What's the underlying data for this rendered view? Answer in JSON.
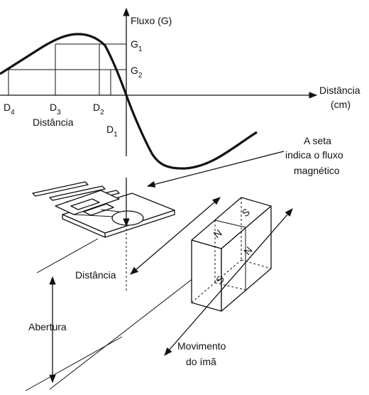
{
  "graph": {
    "y_axis_label": "Fluxo (G)",
    "x_axis_label_line1": "Distância",
    "x_axis_label_line2": "(cm)",
    "x_subtitle": "Distância",
    "g1": "G",
    "g1_sub": "1",
    "g2": "G",
    "g2_sub": "2",
    "d1": "D",
    "d1_sub": "1",
    "d2": "D",
    "d2_sub": "2",
    "d3": "D",
    "d3_sub": "3",
    "d4": "D",
    "d4_sub": "4"
  },
  "annotations": {
    "arrow_note_line1": "A seta",
    "arrow_note_line2": "indica o fluxo",
    "arrow_note_line3": "magnético",
    "distance_label": "Distância",
    "gap_label": "Abertura",
    "motion_line1": "Movimento",
    "motion_line2": "do ímã"
  },
  "magnet": {
    "pole_top_s": "S",
    "pole_top_n": "N",
    "pole_front_n": "N",
    "pole_front_s": "S"
  }
}
